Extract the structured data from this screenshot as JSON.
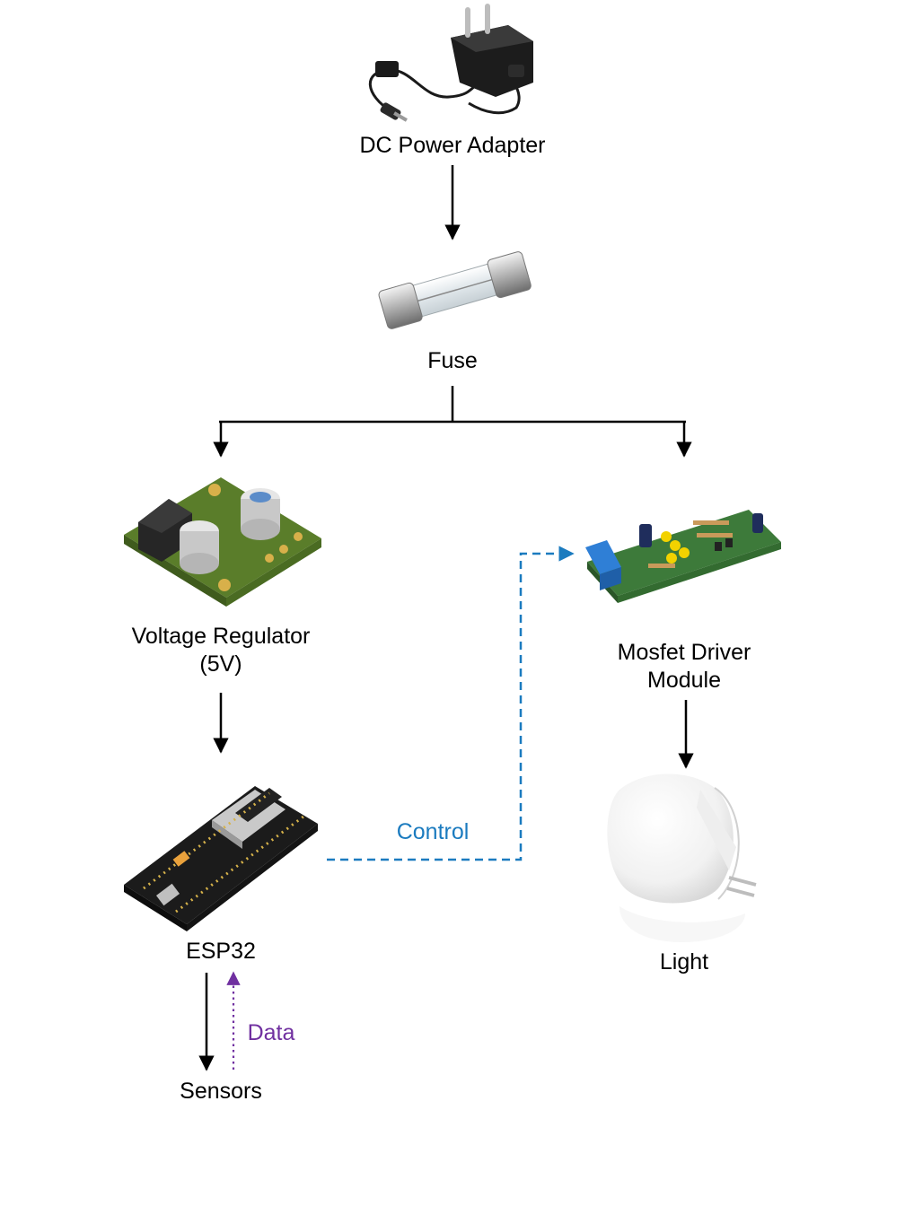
{
  "nodes": {
    "adapter": {
      "label": "DC Power Adapter",
      "icon": "power-adapter-icon"
    },
    "fuse": {
      "label": "Fuse",
      "icon": "glass-fuse-icon"
    },
    "regulator": {
      "label_line1": "Voltage Regulator",
      "label_line2": "(5V)",
      "icon": "voltage-regulator-board-icon"
    },
    "mosfet": {
      "label_line1": "Mosfet Driver",
      "label_line2": "Module",
      "icon": "mosfet-driver-board-icon"
    },
    "esp32": {
      "label": "ESP32",
      "icon": "esp32-dev-board-icon"
    },
    "light": {
      "label": "Light",
      "icon": "led-bulb-icon"
    },
    "sensors": {
      "label": "Sensors"
    }
  },
  "edges": {
    "control": {
      "label": "Control",
      "color": "#1b7bbf",
      "style": "dashed"
    },
    "data": {
      "label": "Data",
      "color": "#7030a0",
      "style": "dotted"
    },
    "power_color": "#000000"
  }
}
